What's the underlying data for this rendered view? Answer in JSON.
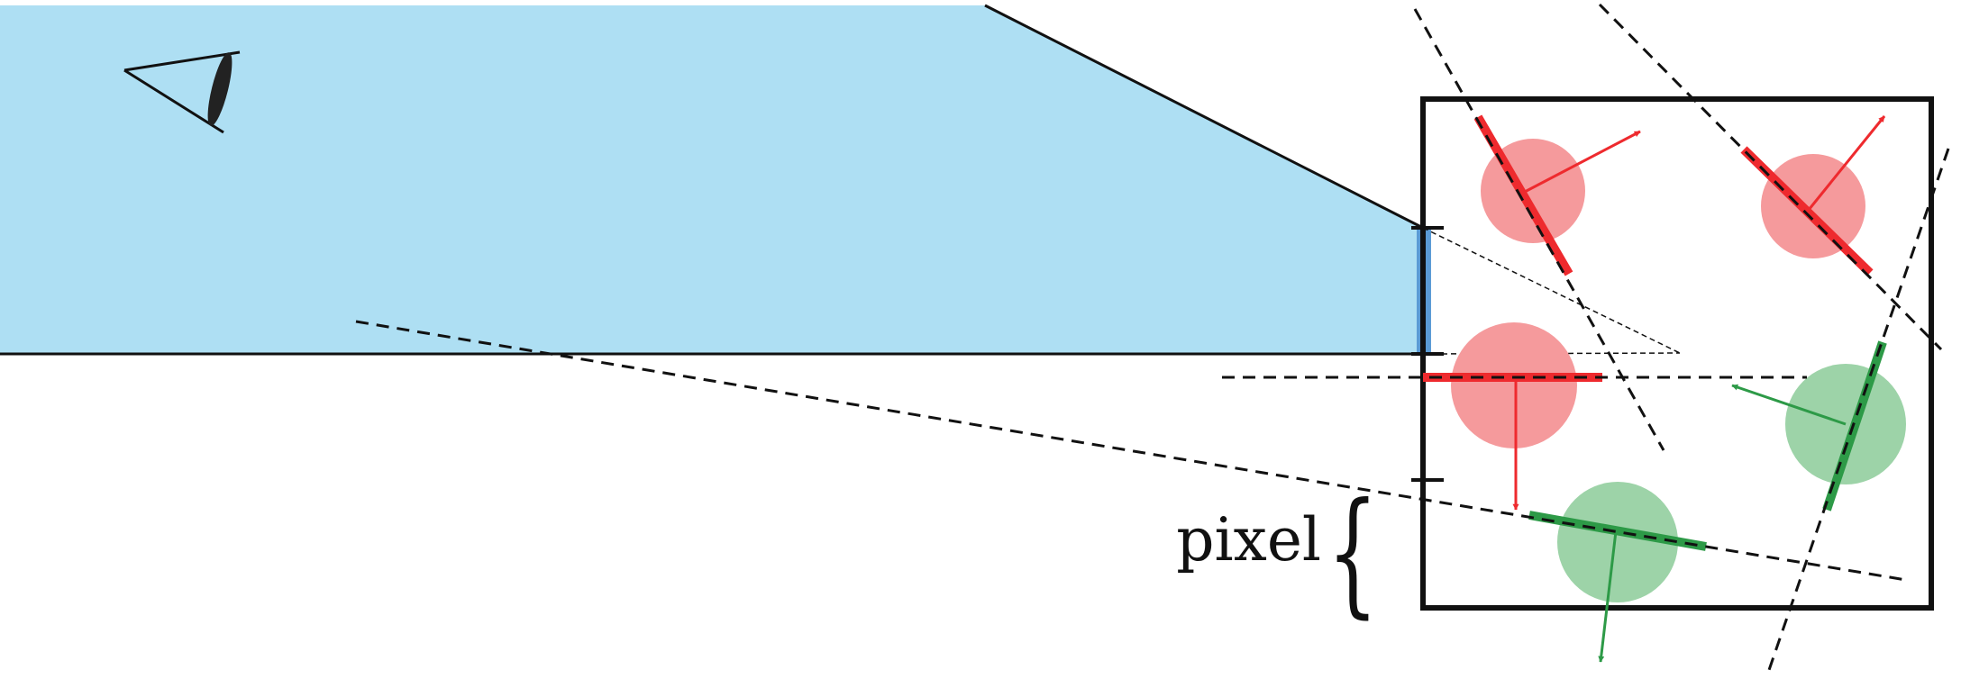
{
  "labels": {
    "pixel": "pixel"
  },
  "colors": {
    "view_fill": "#aedff3",
    "pixel_marker": "#5b9bd5",
    "front_facing": "#ee2a2e",
    "front_lobe": "#f59a9c",
    "back_facing": "#2d9a47",
    "back_lobe": "#9dd3a8",
    "stroke": "#111111"
  },
  "icons": {
    "eye": "eye-icon",
    "brace": "curly-brace-icon"
  },
  "surfels": {
    "front_facing_count": 3,
    "back_facing_count": 2
  }
}
